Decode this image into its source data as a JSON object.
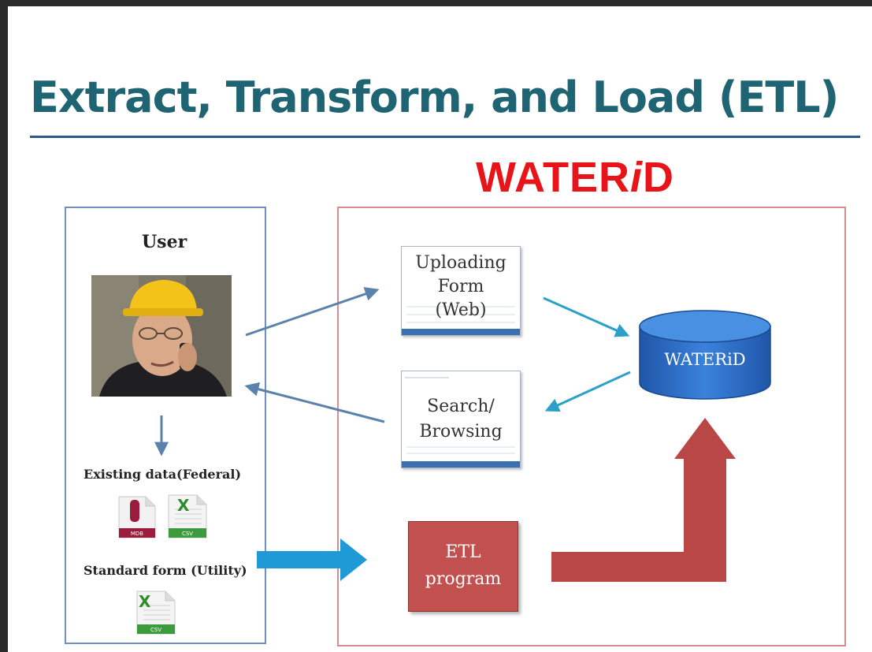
{
  "slide": {
    "title": "Extract, Transform, and Load (ETL)",
    "brand": {
      "main": "WATER",
      "italic": "i",
      "tail": "D"
    }
  },
  "user_panel": {
    "label": "User",
    "existing_data": "Existing data(Federal)",
    "standard_form": "Standard form (Utility)",
    "file_icons": [
      {
        "icon": "mdb-file-icon",
        "label": "MDB"
      },
      {
        "icon": "csv-file-icon",
        "label": "CSV"
      },
      {
        "icon": "csv-file-icon",
        "label": "CSV"
      }
    ]
  },
  "system_panel": {
    "upload_form": [
      "Uploading",
      "Form",
      "(Web)"
    ],
    "search_form": [
      "Search/",
      "Browsing"
    ],
    "etl_program": [
      "ETL",
      "program"
    ],
    "database": "WATERiD"
  },
  "colors": {
    "title": "#1e6472",
    "brand": "#e8141a",
    "user_border": "#6f8fc0",
    "system_border": "#d48e8e",
    "etl_fill": "#c2504e",
    "database_fill": "#2f6fc8",
    "flow_arrow": "#5b82ad",
    "db_arrow": "#2ba0c8",
    "input_arrow": "#1f9ad6",
    "load_arrow": "#b84746"
  }
}
